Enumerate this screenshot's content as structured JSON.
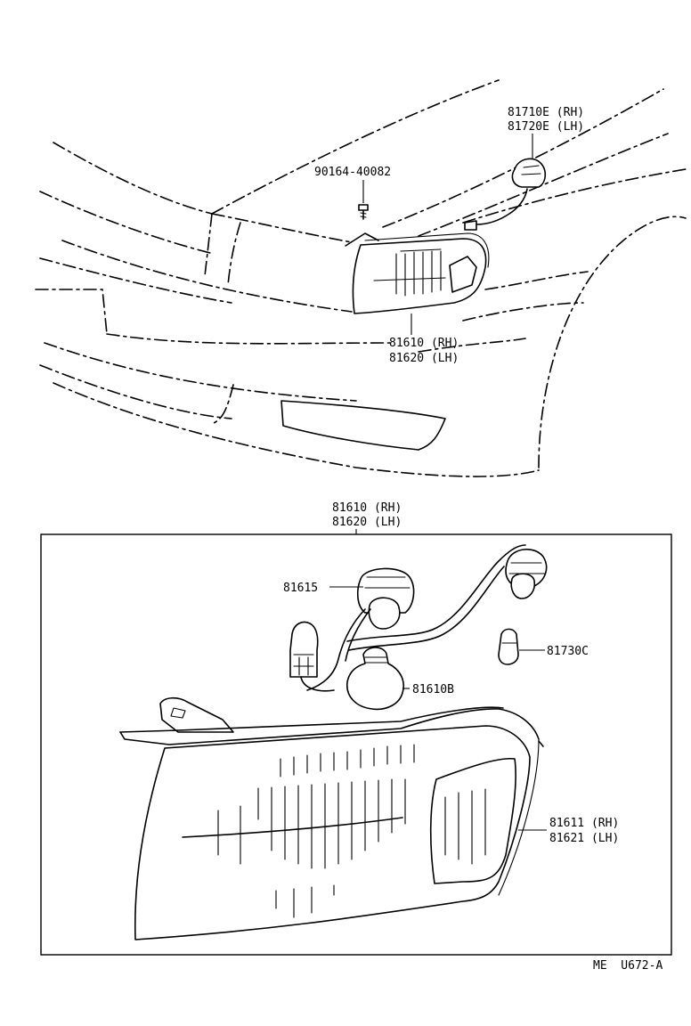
{
  "parts": {
    "bulb_socket_a_rh": "81710E (RH)",
    "bulb_socket_a_lh": "81720E (LH)",
    "screw": "90164-40082",
    "lamp_assy_rh": "81610 (RH)",
    "lamp_assy_lh": "81620 (LH)",
    "detail_lamp_assy_rh": "81610 (RH)",
    "detail_lamp_assy_lh": "81620 (LH)",
    "socket_wire": "81615",
    "bulb_small": "81730C",
    "bulb_large": "81610B",
    "lens_rh": "81611 (RH)",
    "lens_lh": "81621 (LH)"
  },
  "footer": {
    "diagram_code": "ME  U672-A"
  }
}
